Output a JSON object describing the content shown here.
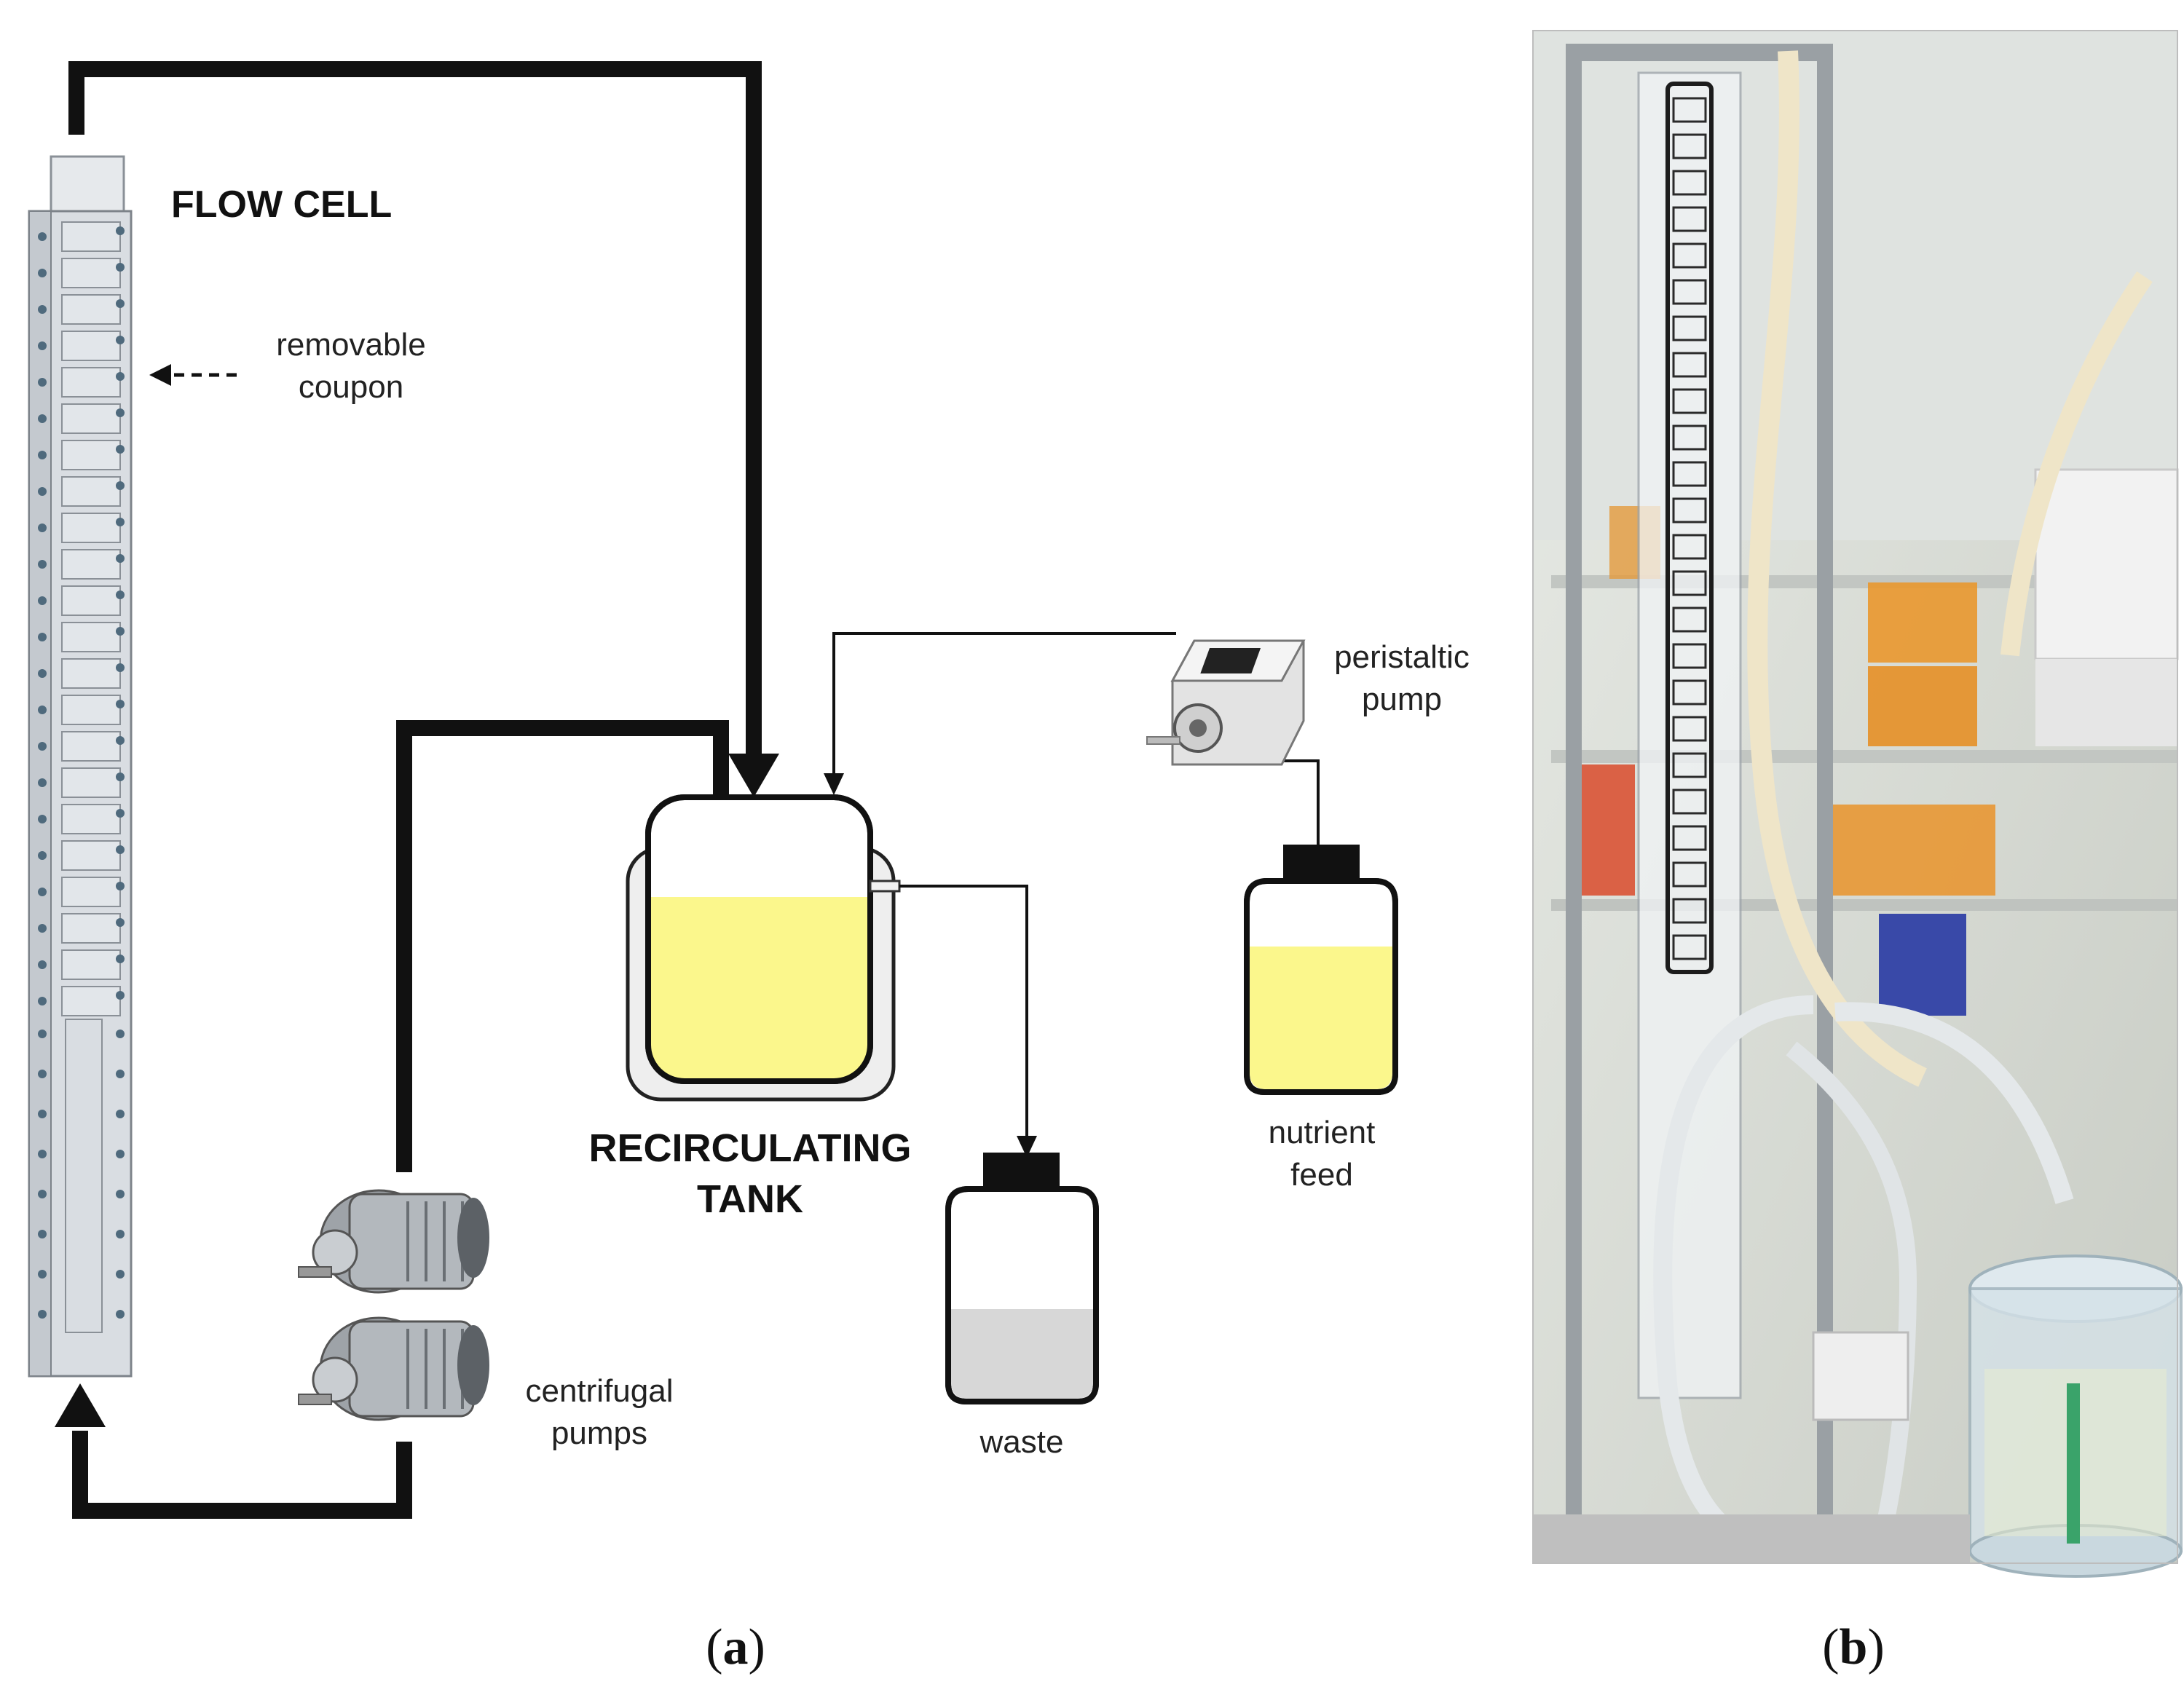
{
  "panel_a": {
    "label_open": "(",
    "label_letter": "a",
    "label_close": ")",
    "flow_cell_title": "FLOW CELL",
    "removable_coupon_line1": "removable",
    "removable_coupon_line2": "coupon",
    "tank_title_line1": "RECIRCULATING",
    "tank_title_line2": "TANK",
    "peristaltic_line1": "peristaltic",
    "peristaltic_line2": "pump",
    "nutrient_line1": "nutrient",
    "nutrient_line2": "feed",
    "waste_label": "waste",
    "centrifugal_line1": "centrifugal",
    "centrifugal_line2": "pumps",
    "colors": {
      "liquid_yellow": "#fbf78c",
      "waste_grey": "#d7d7d7",
      "line": "#111111",
      "cell_body": "#d9dde2"
    }
  },
  "panel_b": {
    "label_open": "(",
    "label_letter": "b",
    "label_close": ")",
    "photo_description_icon": "lab-photo"
  }
}
